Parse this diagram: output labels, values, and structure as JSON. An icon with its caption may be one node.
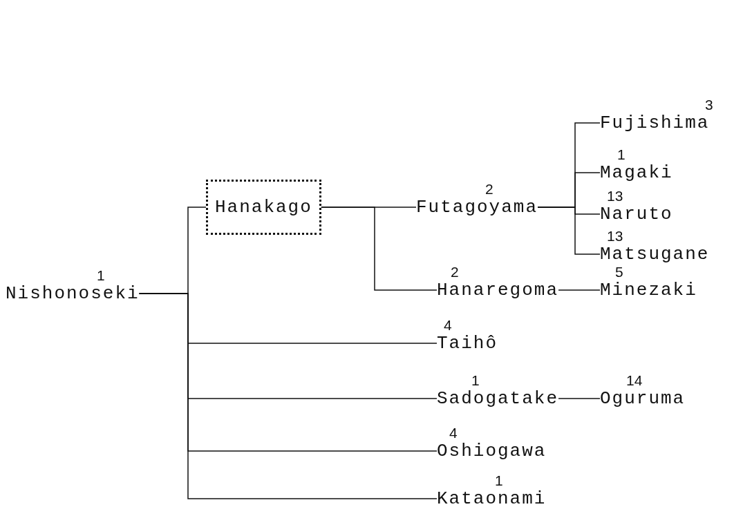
{
  "diagram": {
    "nodes": [
      {
        "text": [
          "Nishonoseki"
        ],
        "beside": [
          "1"
        ]
      },
      {
        "text": [
          "Hanakago"
        ]
      },
      {
        "text": [
          "Futagoyama"
        ],
        "beside": [
          "2"
        ]
      },
      {
        "text": [
          "Fujishima"
        ],
        "beside": [
          "3"
        ]
      },
      {
        "text": [
          "Magaki"
        ],
        "beside": [
          "1"
        ]
      },
      {
        "text": [
          "Naruto"
        ],
        "beside": [
          "13"
        ]
      },
      {
        "text": [
          "Matsugane"
        ],
        "beside": [
          "13"
        ]
      },
      {
        "text": [
          "Hanaregoma"
        ],
        "beside": [
          "2"
        ]
      },
      {
        "text": [
          "Minezaki"
        ],
        "beside": [
          "5"
        ]
      },
      {
        "text": [
          "Taihô"
        ],
        "beside": [
          "4"
        ]
      },
      {
        "text": [
          "Sadogatake"
        ],
        "beside": [
          "1"
        ]
      },
      {
        "text": [
          "Oguruma"
        ],
        "beside": [
          "14"
        ]
      },
      {
        "text": [
          "Oshiogawa"
        ],
        "beside": [
          "4"
        ]
      },
      {
        "text": [
          "Kataonami"
        ],
        "beside": [
          "1"
        ]
      }
    ],
    "edges": [
      {
        "from": 0,
        "to": 1,
        "arrow": "none"
      },
      {
        "from": 0,
        "to": 9,
        "arrow": "none"
      },
      {
        "from": 0,
        "to": 10,
        "arrow": "none"
      },
      {
        "from": 0,
        "to": 12,
        "arrow": "none"
      },
      {
        "from": 0,
        "to": 13,
        "arrow": "none"
      },
      {
        "from": 1,
        "to": 2,
        "arrow": "none"
      },
      {
        "from": 1,
        "to": 7,
        "arrow": "none"
      },
      {
        "from": 2,
        "to": 3,
        "arrow": "none"
      },
      {
        "from": 2,
        "to": 4,
        "arrow": "none"
      },
      {
        "from": 2,
        "to": 5,
        "arrow": "none"
      },
      {
        "from": 2,
        "to": 6,
        "arrow": "none"
      },
      {
        "from": 7,
        "to": 8,
        "arrow": "none"
      },
      {
        "from": 10,
        "to": 11,
        "arrow": "none"
      }
    ]
  }
}
